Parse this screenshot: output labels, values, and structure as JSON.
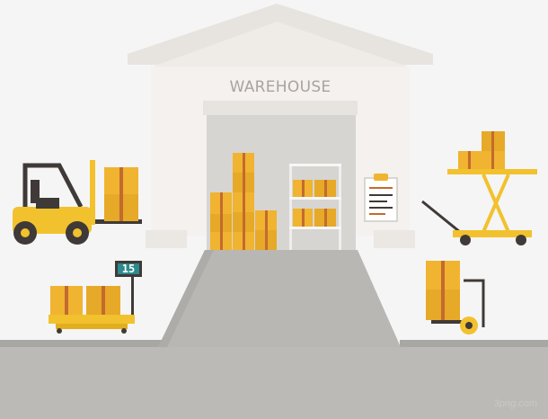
{
  "sign": {
    "text": "WAREHOUSE"
  },
  "scale": {
    "reading": "15"
  },
  "watermark": {
    "text": "3png.com"
  },
  "colors": {
    "background": "#f5f5f5",
    "ground": "#bcbab7",
    "ramp": "#b9b7b4",
    "building": "#f4f1ee",
    "roof": "#e7e3df",
    "door": "#d7d5d2",
    "box": "#f0b431",
    "box_dark": "#d89a1f",
    "tape": "#c46a2e",
    "machine_yellow": "#f2c12e",
    "machine_dark": "#3f3a37"
  }
}
